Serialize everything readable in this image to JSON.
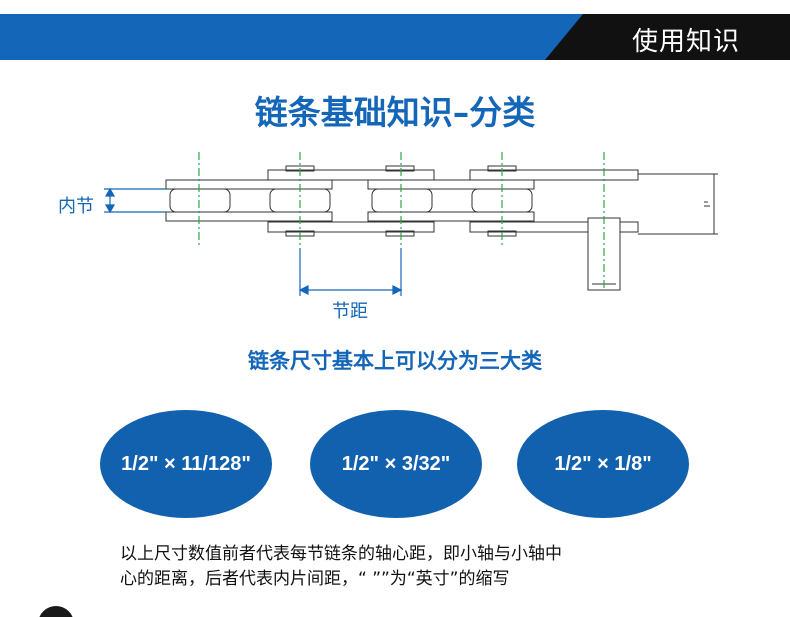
{
  "header": {
    "title": "使用知识",
    "colors": {
      "band": "#1466b8",
      "tab": "#111111"
    }
  },
  "page_title": "链条基础知识–分类",
  "diagram": {
    "inner_link_label": "内节",
    "pitch_label": "节距"
  },
  "subtitle": "链条尺寸基本上可以分为三大类",
  "sizes": [
    {
      "label": "1/2\" × 11/128\""
    },
    {
      "label": "1/2\" × 3/32\""
    },
    {
      "label": "1/2\" × 1/8\""
    }
  ],
  "note": {
    "line1": "以上尺寸数值前者代表每节链条的轴心距，即小轴与小轴中",
    "line2": "心的距离，后者代表内片间距，“  ””为“英寸”的缩写"
  },
  "accent_color": "#1466b8",
  "oval_color": "#1261ae"
}
